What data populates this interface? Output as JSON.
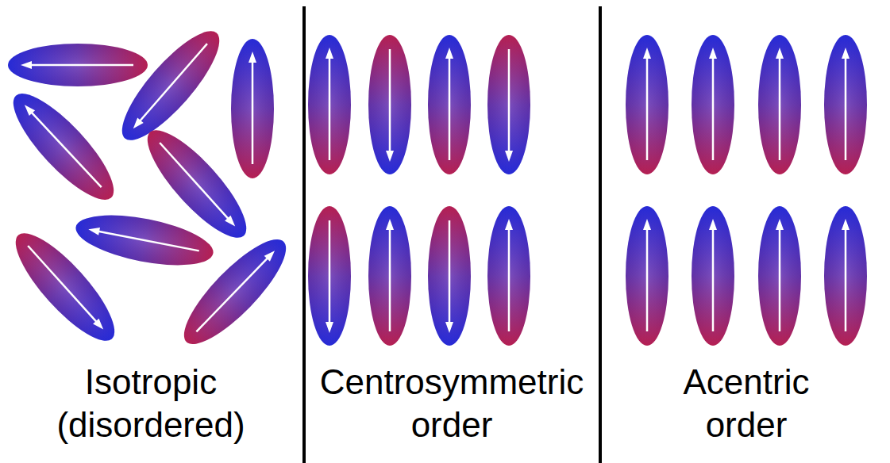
{
  "diagram": {
    "labels": [
      "Isotropic (disordered)",
      "Centrosymmetric order",
      "Acentric order"
    ]
  }
}
